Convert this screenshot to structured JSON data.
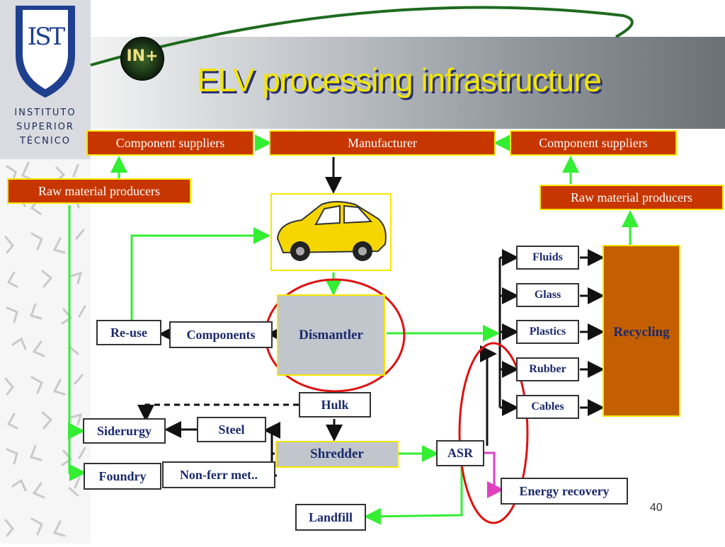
{
  "slide": {
    "title": "ELV processing infrastructure",
    "page_number": "40",
    "logo": {
      "line1": "INSTITUTO",
      "line2": "SUPERIOR",
      "line3": "TÉCNICO",
      "shield_text": "IST",
      "badge": "IN+"
    }
  },
  "nodes": {
    "component_suppliers_left": "Component suppliers",
    "manufacturer": "Manufacturer",
    "component_suppliers_right": "Component suppliers",
    "raw_material_left": "Raw material producers",
    "raw_material_right": "Raw material producers",
    "fluids": "Fluids",
    "glass": "Glass",
    "plastics": "Plastics",
    "rubber": "Rubber",
    "cables": "Cables",
    "recycling": "Recycling",
    "reuse": "Re-use",
    "components": "Components",
    "dismantler": "Dismantler",
    "hulk": "Hulk",
    "siderurgy": "Siderurgy",
    "steel": "Steel",
    "shredder": "Shredder",
    "asr": "ASR",
    "foundry": "Foundry",
    "non_ferrous": "Non-ferr met..",
    "energy_recovery": "Energy recovery",
    "landfill": "Landfill"
  },
  "colors": {
    "accent_red": "#c83600",
    "border_yellow": "#f5e600",
    "flow_green": "#33ee33",
    "highlight_red": "#e01010",
    "energy_magenta": "#e040c0",
    "recycling_orange": "#c45f00",
    "dismantler_gray": "#c0c6cc",
    "title_yellow": "#f2e600"
  }
}
